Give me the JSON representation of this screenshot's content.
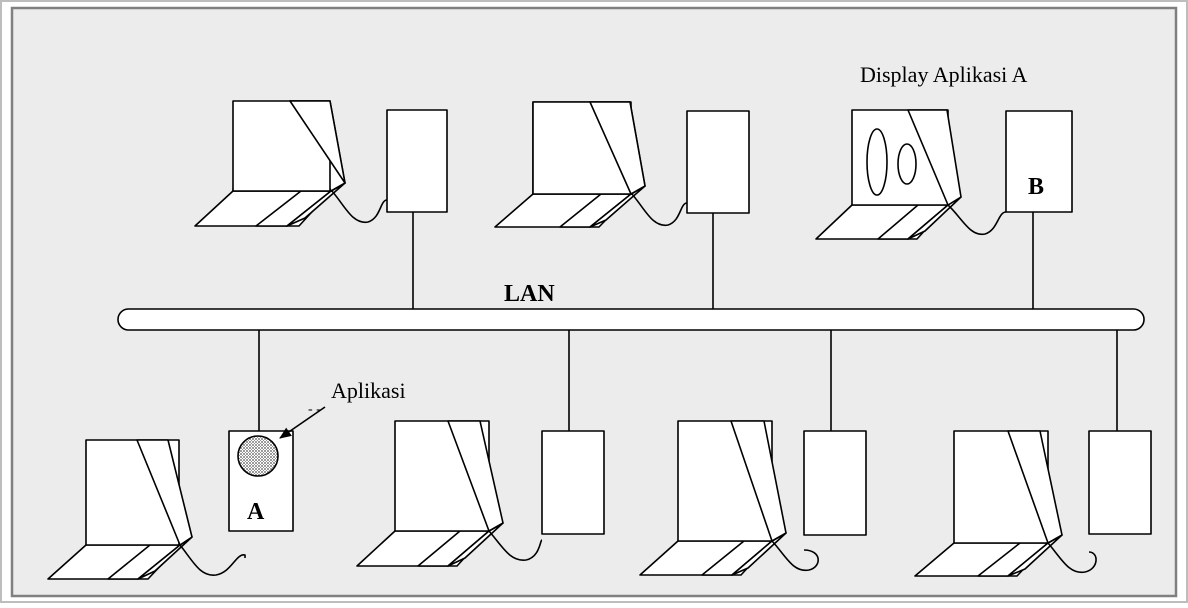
{
  "diagram": {
    "network_label": "LAN",
    "display_label": "Display Aplikasi A",
    "application_label": "Aplikasi",
    "server_a_label": "A",
    "server_b_label": "B",
    "tick_marks": "- -"
  },
  "colors": {
    "background": "#ececec",
    "stroke": "#000000",
    "device_fill": "#ffffff",
    "border": "#808080"
  },
  "icons": {
    "workstation": "computer-workstation-icon",
    "tower": "system-unit-icon",
    "application": "hatched-circle-icon"
  }
}
